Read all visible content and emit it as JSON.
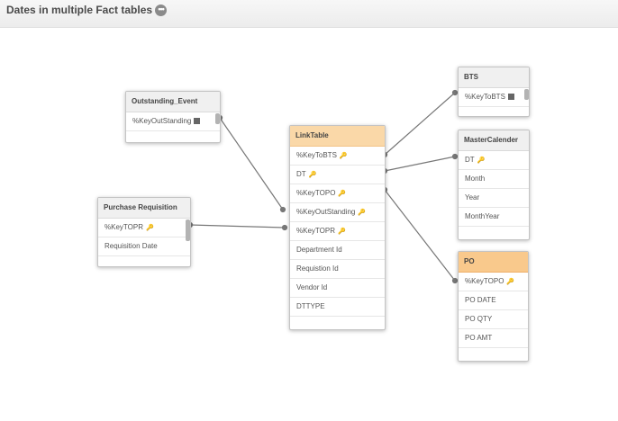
{
  "header": {
    "title": "Dates in multiple Fact tables",
    "more_icon": "more-options-icon"
  },
  "tables": {
    "outstanding_event": {
      "name": "Outstanding_Event",
      "fields": [
        "%KeyOutStanding"
      ]
    },
    "purchase_requisition": {
      "name": "Purchase Requisition",
      "fields": [
        "%KeyTOPR",
        "Requisition Date"
      ]
    },
    "link_table": {
      "name": "LinkTable",
      "fields": [
        "%KeyToBTS",
        "DT",
        "%KeyTOPO",
        "%KeyOutStanding",
        "%KeyTOPR",
        "Department Id",
        "Requistion Id",
        "Vendor Id",
        "DTTYPE"
      ]
    },
    "bts": {
      "name": "BTS",
      "fields": [
        "%KeyToBTS"
      ]
    },
    "master_calender": {
      "name": "MasterCalender",
      "fields": [
        "DT",
        "Month",
        "Year",
        "MonthYear"
      ]
    },
    "po": {
      "name": "PO",
      "fields": [
        "%KeyTOPO",
        "PO DATE",
        "PO QTY",
        "PO AMT"
      ]
    }
  },
  "colors": {
    "link_line": "#777777",
    "link_table_header": "#fad8a8",
    "po_header": "#f9c98c"
  }
}
